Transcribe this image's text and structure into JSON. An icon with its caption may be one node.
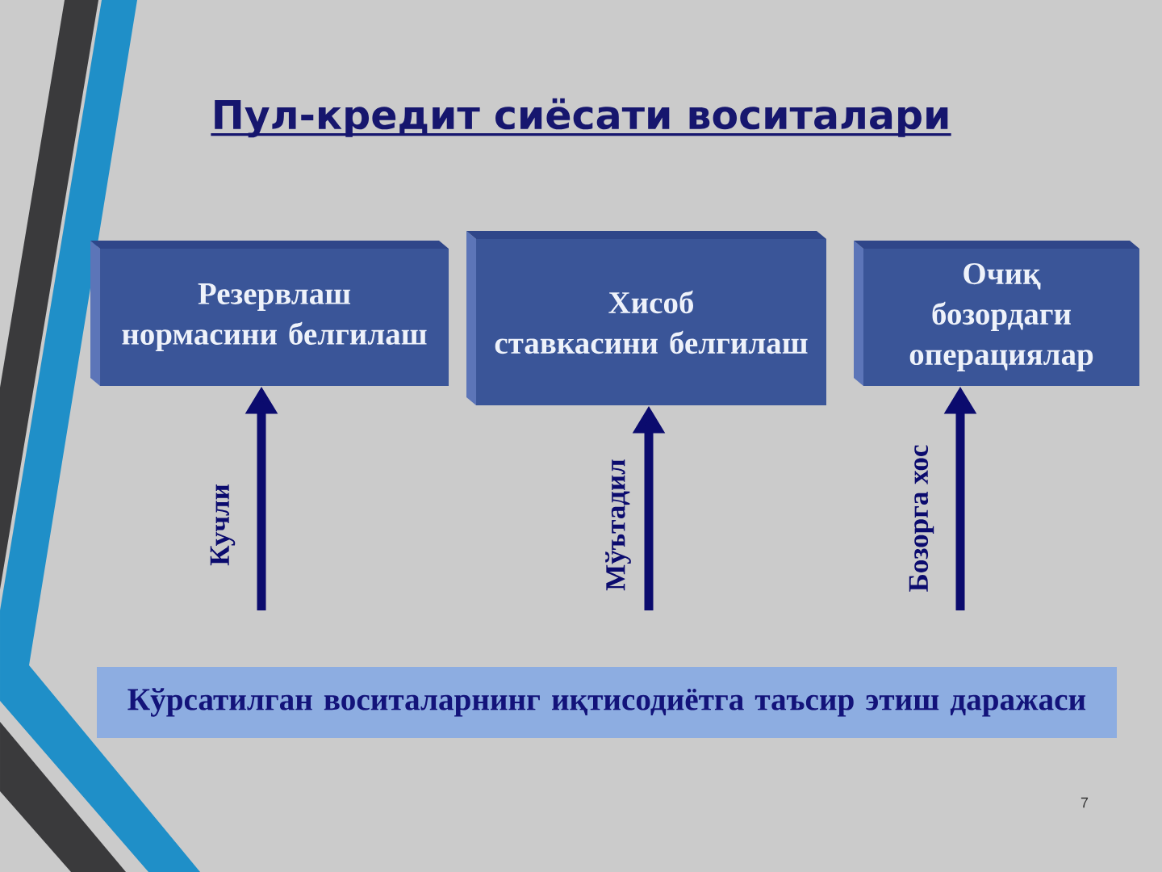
{
  "diagram": {
    "title": "Пул-кредит сиёсати воситалари",
    "nodes": [
      {
        "text": [
          "Резервлаш нормасини белгилаш"
        ]
      },
      {
        "text": [
          "Хисоб ставкасини белгилаш"
        ]
      },
      {
        "text": [
          "Очиқ бозордаги операциялар"
        ]
      },
      {
        "text": [
          "Кўрсатилган воситаларнинг иқтисодиётга таъсир этиш даражаси"
        ]
      }
    ],
    "edges": [
      {
        "from": null,
        "to": 0,
        "arrow": "to",
        "label": "Кучли"
      },
      {
        "from": null,
        "to": 1,
        "arrow": "to",
        "label": "Мўътадил"
      },
      {
        "from": null,
        "to": 2,
        "arrow": "to",
        "label": "Бозорга хос"
      }
    ],
    "labels": [
      "7"
    ]
  }
}
